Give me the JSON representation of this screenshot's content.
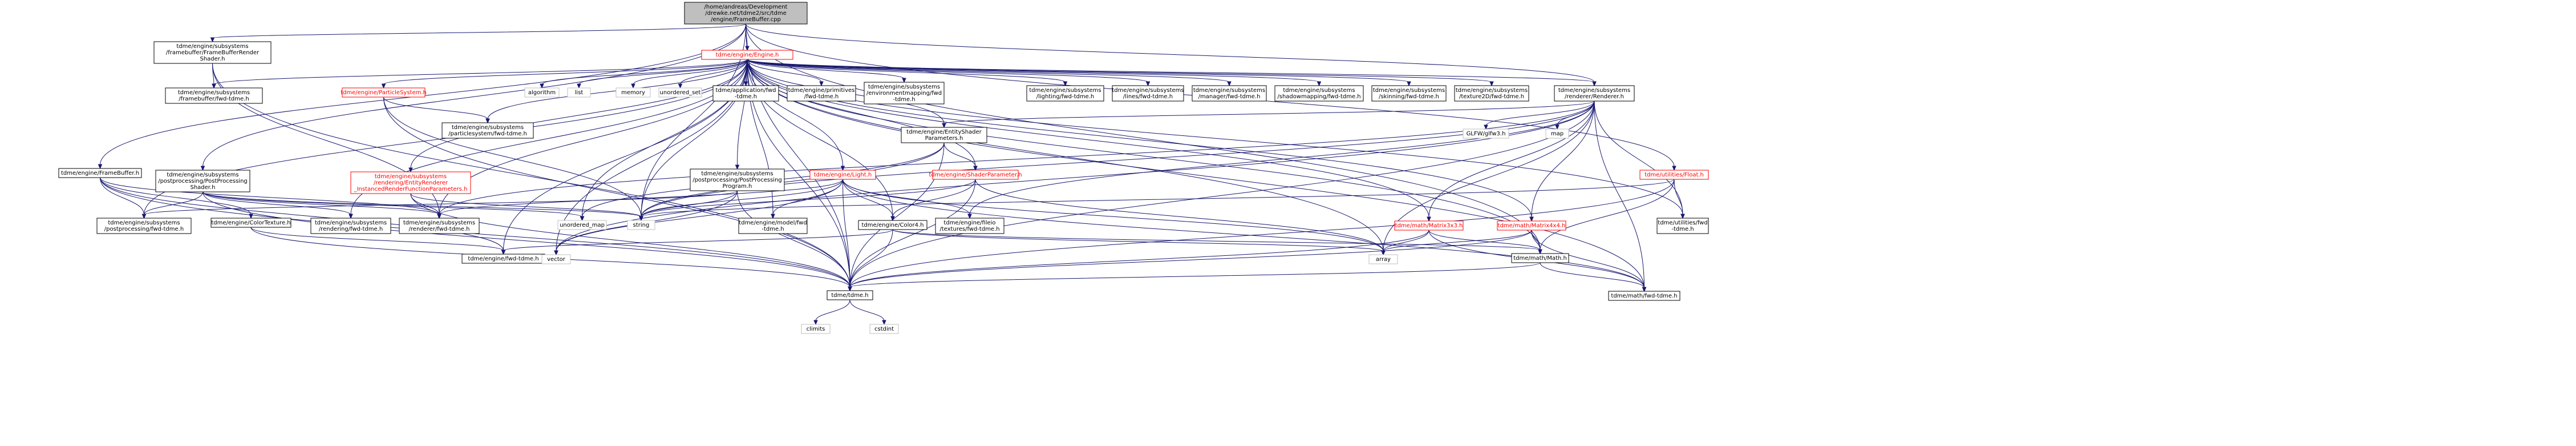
{
  "diagram": {
    "type": "include-dependency-graph",
    "nodes": [
      {
        "id": "root",
        "lines": [
          "/home/andreas/Development",
          "/drewke.net/tdme2/src/tdme",
          "/engine/FrameBuffer.cpp"
        ],
        "kind": "root"
      },
      {
        "id": "fbrendershader",
        "lines": [
          "tdme/engine/subsystems",
          "/framebuffer/FrameBufferRender",
          "Shader.h"
        ],
        "kind": "normal"
      },
      {
        "id": "engine",
        "lines": [
          "tdme/engine/Engine.h"
        ],
        "kind": "trunc"
      },
      {
        "id": "fb_fwd",
        "lines": [
          "tdme/engine/subsystems",
          "/framebuffer/fwd-tdme.h"
        ],
        "kind": "normal"
      },
      {
        "id": "particlesystem",
        "lines": [
          "tdme/engine/ParticleSystem.h"
        ],
        "kind": "trunc"
      },
      {
        "id": "algorithm",
        "lines": [
          "algorithm"
        ],
        "kind": "ext"
      },
      {
        "id": "list",
        "lines": [
          "list"
        ],
        "kind": "ext"
      },
      {
        "id": "memory",
        "lines": [
          "memory"
        ],
        "kind": "ext"
      },
      {
        "id": "unordered_set",
        "lines": [
          "unordered_set"
        ],
        "kind": "ext"
      },
      {
        "id": "app_fwd",
        "lines": [
          "tdme/application/fwd",
          "-tdme.h"
        ],
        "kind": "normal"
      },
      {
        "id": "prim_fwd",
        "lines": [
          "tdme/engine/primitives",
          "/fwd-tdme.h"
        ],
        "kind": "normal"
      },
      {
        "id": "envmap_fwd",
        "lines": [
          "tdme/engine/subsystems",
          "/environmentmapping/fwd",
          "-tdme.h"
        ],
        "kind": "normal"
      },
      {
        "id": "lighting_fwd",
        "lines": [
          "tdme/engine/subsystems",
          "/lighting/fwd-tdme.h"
        ],
        "kind": "normal"
      },
      {
        "id": "lines_fwd",
        "lines": [
          "tdme/engine/subsystems",
          "/lines/fwd-tdme.h"
        ],
        "kind": "normal"
      },
      {
        "id": "manager_fwd",
        "lines": [
          "tdme/engine/subsystems",
          "/manager/fwd-tdme.h"
        ],
        "kind": "normal"
      },
      {
        "id": "shadow_fwd",
        "lines": [
          "tdme/engine/subsystems",
          "/shadowmapping/fwd-tdme.h"
        ],
        "kind": "normal"
      },
      {
        "id": "skinning_fwd",
        "lines": [
          "tdme/engine/subsystems",
          "/skinning/fwd-tdme.h"
        ],
        "kind": "normal"
      },
      {
        "id": "texture2d_fwd",
        "lines": [
          "tdme/engine/subsystems",
          "/texture2D/fwd-tdme.h"
        ],
        "kind": "normal"
      },
      {
        "id": "renderer",
        "lines": [
          "tdme/engine/subsystems",
          "/renderer/Renderer.h"
        ],
        "kind": "normal"
      },
      {
        "id": "ps_fwd",
        "lines": [
          "tdme/engine/subsystems",
          "/particlesystem/fwd-tdme.h"
        ],
        "kind": "normal"
      },
      {
        "id": "entityshader",
        "lines": [
          "tdme/engine/EntityShader",
          "Parameters.h"
        ],
        "kind": "normal"
      },
      {
        "id": "glfw",
        "lines": [
          "GLFW/glfw3.h"
        ],
        "kind": "ext"
      },
      {
        "id": "map",
        "lines": [
          "map"
        ],
        "kind": "ext"
      },
      {
        "id": "instanced",
        "lines": [
          "tdme/engine/subsystems",
          "/rendering/EntityRenderer",
          "_InstancedRenderFunctionParameters.h"
        ],
        "kind": "trunc"
      },
      {
        "id": "framebuffer_h",
        "lines": [
          "tdme/engine/FrameBuffer.h"
        ],
        "kind": "normal"
      },
      {
        "id": "ppshader",
        "lines": [
          "tdme/engine/subsystems",
          "/postprocessing/PostProcessing",
          "Shader.h"
        ],
        "kind": "normal"
      },
      {
        "id": "ppprogram",
        "lines": [
          "tdme/engine/subsystems",
          "/postprocessing/PostProcessing",
          "Program.h"
        ],
        "kind": "normal"
      },
      {
        "id": "light",
        "lines": [
          "tdme/engine/Light.h"
        ],
        "kind": "trunc"
      },
      {
        "id": "shaderparam",
        "lines": [
          "tdme/engine/ShaderParameter.h"
        ],
        "kind": "trunc"
      },
      {
        "id": "float",
        "lines": [
          "tdme/utilities/Float.h"
        ],
        "kind": "trunc"
      },
      {
        "id": "pp_fwd",
        "lines": [
          "tdme/engine/subsystems",
          "/postprocessing/fwd-tdme.h"
        ],
        "kind": "normal"
      },
      {
        "id": "colortexture",
        "lines": [
          "tdme/engine/ColorTexture.h"
        ],
        "kind": "normal"
      },
      {
        "id": "rendering_fwd",
        "lines": [
          "tdme/engine/subsystems",
          "/rendering/fwd-tdme.h"
        ],
        "kind": "normal"
      },
      {
        "id": "renderer_fwd",
        "lines": [
          "tdme/engine/subsystems",
          "/renderer/fwd-tdme.h"
        ],
        "kind": "normal"
      },
      {
        "id": "unordered_map",
        "lines": [
          "unordered_map"
        ],
        "kind": "ext"
      },
      {
        "id": "string",
        "lines": [
          "string"
        ],
        "kind": "ext"
      },
      {
        "id": "model_fwd",
        "lines": [
          "tdme/engine/model/fwd",
          "-tdme.h"
        ],
        "kind": "normal"
      },
      {
        "id": "color4",
        "lines": [
          "tdme/engine/Color4.h"
        ],
        "kind": "normal"
      },
      {
        "id": "fileio_fwd",
        "lines": [
          "tdme/engine/fileio",
          "/textures/fwd-tdme.h"
        ],
        "kind": "normal"
      },
      {
        "id": "matrix3",
        "lines": [
          "tdme/math/Matrix3x3.h"
        ],
        "kind": "trunc"
      },
      {
        "id": "matrix4",
        "lines": [
          "tdme/math/Matrix4x4.h"
        ],
        "kind": "trunc"
      },
      {
        "id": "util_fwd",
        "lines": [
          "tdme/utilities/fwd",
          "-tdme.h"
        ],
        "kind": "normal"
      },
      {
        "id": "engine_fwd",
        "lines": [
          "tdme/engine/fwd-tdme.h"
        ],
        "kind": "normal"
      },
      {
        "id": "vector",
        "lines": [
          "vector"
        ],
        "kind": "ext"
      },
      {
        "id": "array",
        "lines": [
          "array"
        ],
        "kind": "ext"
      },
      {
        "id": "mathh",
        "lines": [
          "tdme/math/Math.h"
        ],
        "kind": "normal"
      },
      {
        "id": "tdmeh",
        "lines": [
          "tdme/tdme.h"
        ],
        "kind": "normal"
      },
      {
        "id": "math_fwd",
        "lines": [
          "tdme/math/fwd-tdme.h"
        ],
        "kind": "normal"
      },
      {
        "id": "climits",
        "lines": [
          "climits"
        ],
        "kind": "ext"
      },
      {
        "id": "cstdint",
        "lines": [
          "cstdint"
        ],
        "kind": "ext"
      }
    ],
    "edges": [
      [
        "root",
        "fbrendershader"
      ],
      [
        "root",
        "engine"
      ],
      [
        "root",
        "framebuffer_h"
      ],
      [
        "root",
        "ppshader"
      ],
      [
        "root",
        "renderer"
      ],
      [
        "root",
        "float"
      ],
      [
        "root",
        "string"
      ],
      [
        "root",
        "mathh"
      ],
      [
        "root",
        "tdmeh"
      ],
      [
        "fbrendershader",
        "fb_fwd"
      ],
      [
        "fbrendershader",
        "renderer_fwd"
      ],
      [
        "fbrendershader",
        "tdmeh"
      ],
      [
        "engine",
        "fb_fwd"
      ],
      [
        "engine",
        "particlesystem"
      ],
      [
        "engine",
        "algorithm"
      ],
      [
        "engine",
        "list"
      ],
      [
        "engine",
        "memory"
      ],
      [
        "engine",
        "unordered_set"
      ],
      [
        "engine",
        "app_fwd"
      ],
      [
        "engine",
        "prim_fwd"
      ],
      [
        "engine",
        "envmap_fwd"
      ],
      [
        "engine",
        "lighting_fwd"
      ],
      [
        "engine",
        "lines_fwd"
      ],
      [
        "engine",
        "manager_fwd"
      ],
      [
        "engine",
        "shadow_fwd"
      ],
      [
        "engine",
        "skinning_fwd"
      ],
      [
        "engine",
        "texture2d_fwd"
      ],
      [
        "engine",
        "renderer"
      ],
      [
        "engine",
        "ps_fwd"
      ],
      [
        "engine",
        "entityshader"
      ],
      [
        "engine",
        "instanced"
      ],
      [
        "engine",
        "ppprogram"
      ],
      [
        "engine",
        "light"
      ],
      [
        "engine",
        "shaderparam"
      ],
      [
        "engine",
        "pp_fwd"
      ],
      [
        "engine",
        "rendering_fwd"
      ],
      [
        "engine",
        "renderer_fwd"
      ],
      [
        "engine",
        "unordered_map"
      ],
      [
        "engine",
        "string"
      ],
      [
        "engine",
        "model_fwd"
      ],
      [
        "engine",
        "color4"
      ],
      [
        "engine",
        "matrix3"
      ],
      [
        "engine",
        "matrix4"
      ],
      [
        "engine",
        "engine_fwd"
      ],
      [
        "engine",
        "vector"
      ],
      [
        "engine",
        "array"
      ],
      [
        "engine",
        "mathh"
      ],
      [
        "engine",
        "tdmeh"
      ],
      [
        "engine",
        "math_fwd"
      ],
      [
        "engine",
        "util_fwd"
      ],
      [
        "particlesystem",
        "ps_fwd"
      ],
      [
        "particlesystem",
        "string"
      ],
      [
        "particlesystem",
        "tdmeh"
      ],
      [
        "renderer",
        "entityshader"
      ],
      [
        "renderer",
        "glfw"
      ],
      [
        "renderer",
        "map"
      ],
      [
        "renderer",
        "fileio_fwd"
      ],
      [
        "renderer",
        "matrix3"
      ],
      [
        "renderer",
        "matrix4"
      ],
      [
        "renderer",
        "util_fwd"
      ],
      [
        "renderer",
        "string"
      ],
      [
        "renderer",
        "vector"
      ],
      [
        "renderer",
        "array"
      ],
      [
        "renderer",
        "tdmeh"
      ],
      [
        "renderer",
        "math_fwd"
      ],
      [
        "renderer",
        "renderer_fwd"
      ],
      [
        "entityshader",
        "shaderparam"
      ],
      [
        "entityshader",
        "unordered_map"
      ],
      [
        "entityshader",
        "string"
      ],
      [
        "entityshader",
        "tdmeh"
      ],
      [
        "instanced",
        "renderer_fwd"
      ],
      [
        "instanced",
        "string"
      ],
      [
        "instanced",
        "tdmeh"
      ],
      [
        "framebuffer_h",
        "pp_fwd"
      ],
      [
        "framebuffer_h",
        "colortexture"
      ],
      [
        "framebuffer_h",
        "renderer_fwd"
      ],
      [
        "framebuffer_h",
        "engine_fwd"
      ],
      [
        "framebuffer_h",
        "tdmeh"
      ],
      [
        "ppshader",
        "pp_fwd"
      ],
      [
        "ppshader",
        "rendering_fwd"
      ],
      [
        "ppshader",
        "renderer_fwd"
      ],
      [
        "ppshader",
        "unordered_map"
      ],
      [
        "ppshader",
        "string"
      ],
      [
        "ppshader",
        "tdmeh"
      ],
      [
        "ppprogram",
        "pp_fwd"
      ],
      [
        "ppprogram",
        "string"
      ],
      [
        "ppprogram",
        "vector"
      ],
      [
        "ppprogram",
        "tdmeh"
      ],
      [
        "light",
        "renderer_fwd"
      ],
      [
        "light",
        "model_fwd"
      ],
      [
        "light",
        "color4"
      ],
      [
        "light",
        "fileio_fwd"
      ],
      [
        "light",
        "string"
      ],
      [
        "light",
        "array"
      ],
      [
        "light",
        "vector"
      ],
      [
        "light",
        "tdmeh"
      ],
      [
        "light",
        "math_fwd"
      ],
      [
        "shaderparam",
        "color4"
      ],
      [
        "shaderparam",
        "string"
      ],
      [
        "shaderparam",
        "array"
      ],
      [
        "shaderparam",
        "tdmeh"
      ],
      [
        "float",
        "string"
      ],
      [
        "float",
        "util_fwd"
      ],
      [
        "float",
        "mathh"
      ],
      [
        "float",
        "tdmeh"
      ],
      [
        "colortexture",
        "engine_fwd"
      ],
      [
        "colortexture",
        "tdmeh"
      ],
      [
        "color4",
        "engine_fwd"
      ],
      [
        "color4",
        "array"
      ],
      [
        "color4",
        "tdmeh"
      ],
      [
        "color4",
        "mathh"
      ],
      [
        "matrix3",
        "array"
      ],
      [
        "matrix3",
        "mathh"
      ],
      [
        "matrix3",
        "tdmeh"
      ],
      [
        "matrix3",
        "math_fwd"
      ],
      [
        "matrix4",
        "array"
      ],
      [
        "matrix4",
        "mathh"
      ],
      [
        "matrix4",
        "tdmeh"
      ],
      [
        "matrix4",
        "math_fwd"
      ],
      [
        "mathh",
        "tdmeh"
      ],
      [
        "mathh",
        "math_fwd"
      ],
      [
        "tdmeh",
        "climits"
      ],
      [
        "tdmeh",
        "cstdint"
      ]
    ]
  }
}
